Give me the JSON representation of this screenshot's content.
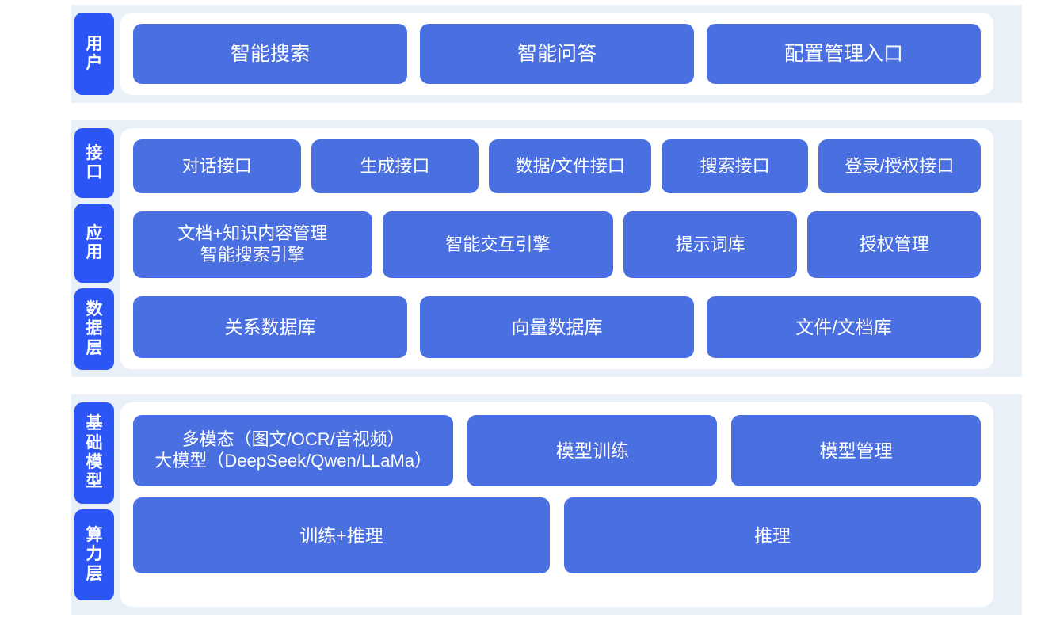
{
  "theme": {
    "page_background": "#ffffff",
    "band_background": "#eaf0f8",
    "panel_background": "#ffffff",
    "tab_blue": "#2b55f5",
    "box_blue": "#4a6fe0",
    "text_on_blue": "#ffffff"
  },
  "sections": {
    "user": {
      "tabs": [
        {
          "label": "用户"
        }
      ],
      "items": [
        {
          "label": "智能搜索"
        },
        {
          "label": "智能问答"
        },
        {
          "label": "配置管理入口"
        }
      ]
    },
    "platform": {
      "tabs": [
        {
          "label": "接口"
        },
        {
          "label": "应用"
        },
        {
          "label": "数据层"
        }
      ],
      "interface_items": [
        {
          "label": "对话接口"
        },
        {
          "label": "生成接口"
        },
        {
          "label": "数据/文件接口"
        },
        {
          "label": "搜索接口"
        },
        {
          "label": "登录/授权接口"
        }
      ],
      "application_items": [
        {
          "label": "文档+知识内容管理\n智能搜索引擎"
        },
        {
          "label": "智能交互引擎"
        },
        {
          "label": "提示词库"
        },
        {
          "label": "授权管理"
        }
      ],
      "data_items": [
        {
          "label": "关系数据库"
        },
        {
          "label": "向量数据库"
        },
        {
          "label": "文件/文档库"
        }
      ]
    },
    "infrastructure": {
      "tabs": [
        {
          "label": "基础模型"
        },
        {
          "label": "算力层"
        }
      ],
      "model_items": [
        {
          "label": "多模态（图文/OCR/音视频）\n大模型（DeepSeek/Qwen/LLaMa）"
        },
        {
          "label": "模型训练"
        },
        {
          "label": "模型管理"
        }
      ],
      "compute_items": [
        {
          "label": "训练+推理"
        },
        {
          "label": "推理"
        }
      ]
    }
  }
}
